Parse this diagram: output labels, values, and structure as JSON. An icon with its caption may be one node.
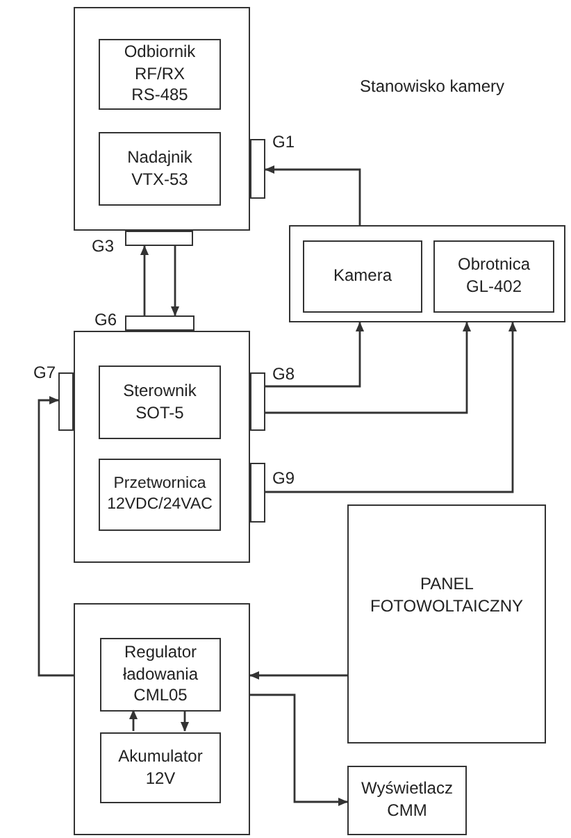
{
  "diagram": {
    "nodes": [
      {
        "text": [],
        "shape": "box"
      },
      {
        "text": [
          "Odbiornik RF/RX RS-485"
        ],
        "in": 0
      },
      {
        "text": [
          "Nadajnik VTX-53"
        ],
        "in": 0
      },
      {
        "text": [],
        "shape": "box",
        "beside": [
          "G1"
        ]
      },
      {
        "text": [],
        "shape": "box"
      },
      {
        "text": [
          "Kamera"
        ],
        "in": 4
      },
      {
        "text": [
          "Obrotnica GL-402"
        ],
        "in": 4
      },
      {
        "text": [],
        "shape": "box",
        "beside": [
          "G3"
        ]
      },
      {
        "text": [],
        "shape": "box",
        "beside": [
          "G6"
        ]
      },
      {
        "text": [],
        "shape": "box"
      },
      {
        "text": [],
        "shape": "box",
        "beside": [
          "G7"
        ]
      },
      {
        "text": [
          "Sterownik SOT-5"
        ],
        "in": 9
      },
      {
        "text": [],
        "shape": "box",
        "beside": [
          "G8"
        ]
      },
      {
        "text": [
          "Przetwornica 12VDC/24VAC"
        ],
        "in": 9
      },
      {
        "text": [],
        "shape": "box",
        "beside": [
          "G9"
        ]
      },
      {
        "text": [
          "PANEL FOTOWOLTAICZNY"
        ]
      },
      {
        "text": [],
        "shape": "box"
      },
      {
        "text": [
          "Regulator ładowania CML05"
        ],
        "in": 16
      },
      {
        "text": [
          "Akumulator 12V"
        ],
        "in": 16
      },
      {
        "text": [
          "Wyświetlacz CMM"
        ]
      }
    ],
    "edges": [
      {
        "from": 4,
        "to": 3,
        "arrow": "to"
      },
      {
        "from": 8,
        "to": 7,
        "arrow": "to"
      },
      {
        "from": 7,
        "to": 8,
        "arrow": "to"
      },
      {
        "from": 12,
        "to": 4,
        "arrow": "to"
      },
      {
        "from": 12,
        "to": 4,
        "arrow": "to"
      },
      {
        "from": 14,
        "to": 4,
        "arrow": "to"
      },
      {
        "from": 16,
        "to": 10,
        "arrow": "to"
      },
      {
        "from": 15,
        "to": 16,
        "arrow": "to"
      },
      {
        "from": 16,
        "to": 19,
        "arrow": "to"
      },
      {
        "from": 18,
        "to": 17,
        "arrow": "to"
      },
      {
        "from": 17,
        "to": 18,
        "arrow": "to"
      }
    ],
    "labels": [
      "Stanowisko kamery"
    ]
  }
}
